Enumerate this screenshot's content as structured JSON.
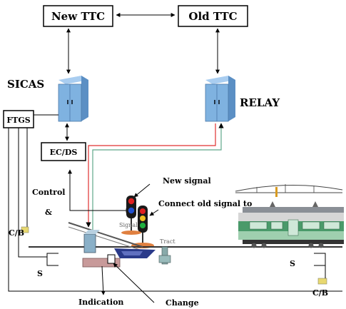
{
  "labels": {
    "new_ttc": "New TTC",
    "old_ttc": "Old TTC",
    "sicas": "SICAS",
    "relay": "RELAY",
    "ftgs": "FTGS",
    "ecds": "EC/DS",
    "control": "Control",
    "amp": "&",
    "new_signal": "New signal",
    "connect_old": "Connect old signal to",
    "cb_left": "C/B",
    "cb_right": "C/B",
    "s_left": "S",
    "s_right": "S",
    "indication": "Indication",
    "change": "Change",
    "track": "Tract",
    "signal_tag": "Signal"
  },
  "colors": {
    "server_front": "#7fb2e0",
    "server_side": "#5b8fc4",
    "red_wire": "#e03030",
    "green_wire": "#5fa88a",
    "train_body": "#4a9a6a",
    "train_roof": "#8a8f96"
  }
}
